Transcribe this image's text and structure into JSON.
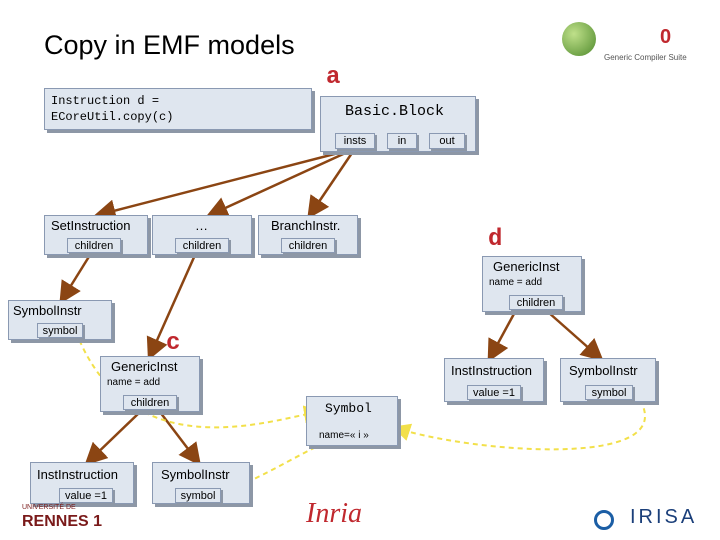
{
  "title": "Copy in EMF models",
  "code_box": {
    "line1": "Instruction d =",
    "line2": "ECoreUtil.copy(c)"
  },
  "labels": {
    "a": "a",
    "c": "c",
    "d": "d"
  },
  "basic_block": {
    "title": "Basic.Block",
    "slots": [
      "insts",
      "in",
      "out"
    ]
  },
  "row1": [
    {
      "title": "SetInstruction",
      "slot": "children"
    },
    {
      "title": "…",
      "slot": "children"
    },
    {
      "title": "BranchInstr.",
      "slot": "children"
    }
  ],
  "symbol_instr_left": {
    "title": "SymbolInstr",
    "slot": "symbol"
  },
  "generic_c": {
    "title": "GenericInst",
    "attr": "name = add",
    "slot": "children"
  },
  "generic_d": {
    "title": "GenericInst",
    "attr": "name = add",
    "slot": "children"
  },
  "symbol": {
    "title": "Symbol",
    "attr": "name=« i »"
  },
  "inst_c": {
    "title": "InstInstruction",
    "slot": "value =1"
  },
  "symbol_c": {
    "title": "SymbolInstr",
    "slot": "symbol"
  },
  "inst_d": {
    "title": "InstInstruction",
    "slot": "value =1"
  },
  "symbol_d": {
    "title": "SymbolInstr",
    "slot": "symbol"
  },
  "logo_top": {
    "caption": "Generic Compiler Suite",
    "mark": "0"
  },
  "logos_bottom": {
    "rennes_top": "UNIVERSITÉ DE",
    "rennes": "RENNES 1",
    "inria": "Inria",
    "irisa": "IRISA"
  },
  "colors": {
    "box_fill": "#dfe6ef",
    "arrow": "#8b4513",
    "dashed": "#f2e04a",
    "accent_red": "#c0282e"
  }
}
